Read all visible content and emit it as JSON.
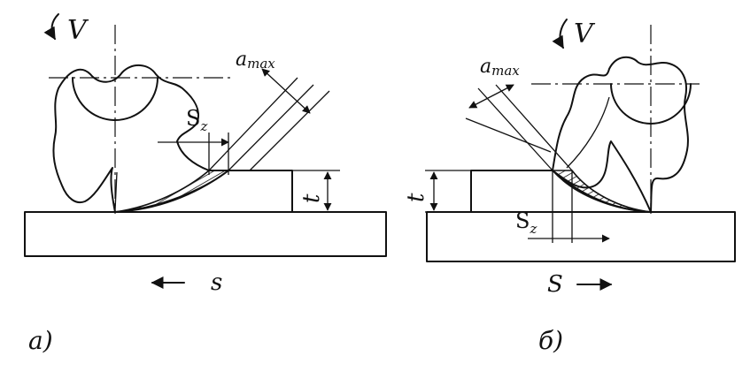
{
  "figure_a": {
    "velocity_label": "V",
    "feed_tooth_label": "S",
    "feed_tooth_sub": "z",
    "max_thickness_label": "a",
    "max_thickness_sub": "max",
    "depth_label": "t",
    "feed_label": "s",
    "caption": "a)"
  },
  "figure_b": {
    "velocity_label": "V",
    "feed_tooth_label": "S",
    "feed_tooth_sub": "z",
    "max_thickness_label": "a",
    "max_thickness_sub": "max",
    "depth_label": "t",
    "feed_label": "S",
    "caption": "б)"
  },
  "colors": {
    "ink": "#111111",
    "background": "#ffffff"
  }
}
